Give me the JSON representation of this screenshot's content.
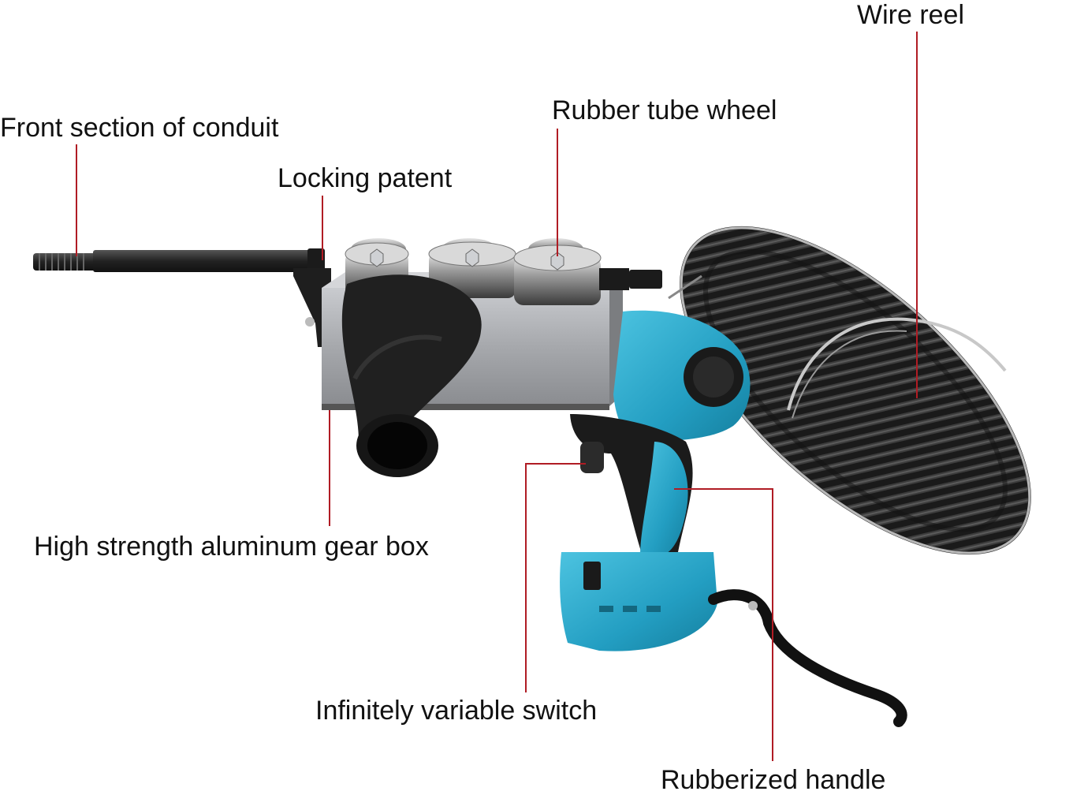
{
  "labels": {
    "front_conduit": "Front section of conduit",
    "locking_patent": "Locking patent",
    "rubber_tube_wheel": "Rubber tube wheel",
    "wire_reel": "Wire reel",
    "gear_box": "High strength aluminum gear box",
    "variable_switch": "Infinitely variable switch",
    "rubberized_handle": "Rubberized handle"
  },
  "colors": {
    "leader_line": "#b01c24",
    "tool_teal": "#2aa3c6",
    "tool_black": "#1c1c1c",
    "gearbox_gray": "#a7a9ad",
    "background": "#ffffff"
  }
}
